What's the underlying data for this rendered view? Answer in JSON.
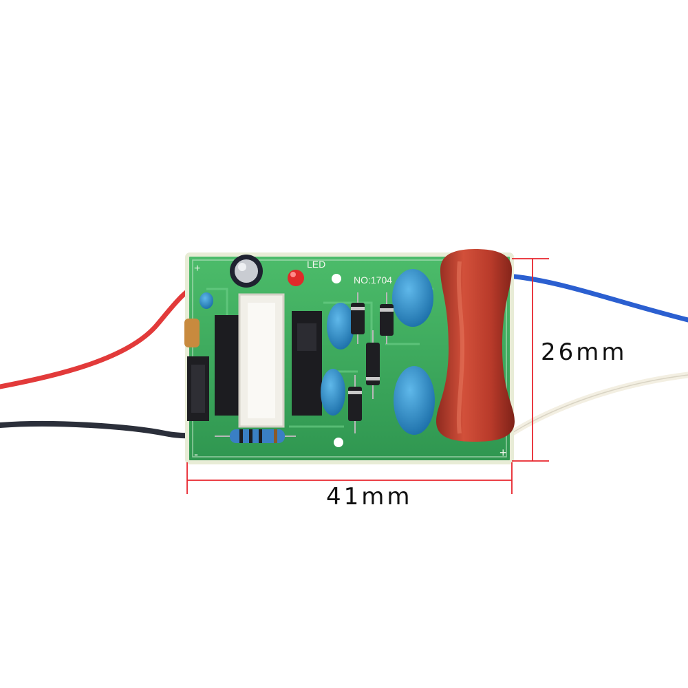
{
  "photo": {
    "subject": "LED driver circuit board with red, black, blue and white wires",
    "board_marking": "NO:1704",
    "led_marking": "LED",
    "plus_marking": "+",
    "minus_marking": "-"
  },
  "dimensions": {
    "height_label": "26mm",
    "width_label": "41mm"
  },
  "colors": {
    "dimension_line": "#e8242c",
    "pcb": "#3fae5f",
    "wire_red": "#e23a3a",
    "wire_black": "#2b2f3a",
    "wire_blue": "#2b5fd0",
    "wire_white": "#f3efe2",
    "capacitor_red": "#c13e2e",
    "ceramic_blue": "#2a8fcf"
  }
}
